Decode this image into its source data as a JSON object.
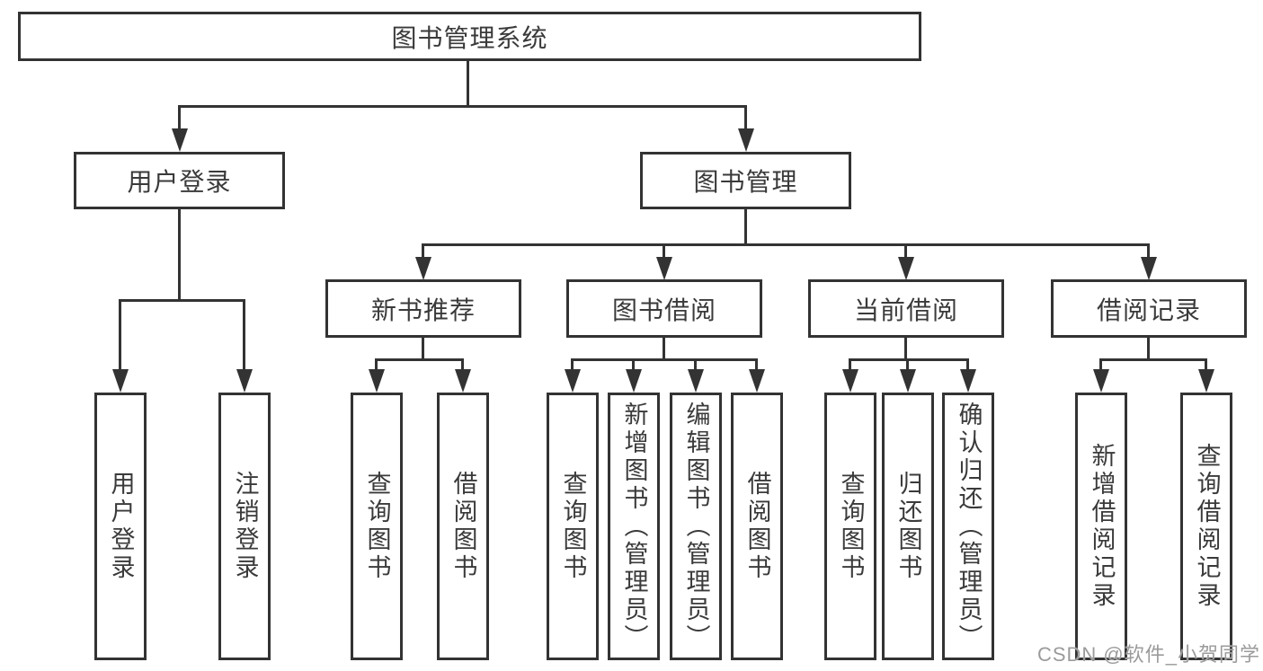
{
  "watermark": "CSDN @软件_小贺同学",
  "colors": {
    "line": "#333333",
    "text": "#3a3a3a",
    "background": "#ffffff",
    "watermark": "#9b9b9b"
  },
  "tree": {
    "root": "图书管理系统",
    "branches": [
      {
        "label": "用户登录",
        "children": [
          {
            "label": "用户登录"
          },
          {
            "label": "注销登录"
          }
        ]
      },
      {
        "label": "图书管理",
        "children": [
          {
            "label": "新书推荐",
            "children": [
              {
                "label": "查询图书"
              },
              {
                "label": "借阅图书"
              }
            ]
          },
          {
            "label": "图书借阅",
            "children": [
              {
                "label": "查询图书"
              },
              {
                "label": "新增图书（管理员）"
              },
              {
                "label": "编辑图书（管理员）"
              },
              {
                "label": "借阅图书"
              }
            ]
          },
          {
            "label": "当前借阅",
            "children": [
              {
                "label": "查询图书"
              },
              {
                "label": "归还图书"
              },
              {
                "label": "确认归还（管理员）"
              }
            ]
          },
          {
            "label": "借阅记录",
            "children": [
              {
                "label": "新增借阅记录"
              },
              {
                "label": "查询借阅记录"
              }
            ]
          }
        ]
      }
    ]
  }
}
